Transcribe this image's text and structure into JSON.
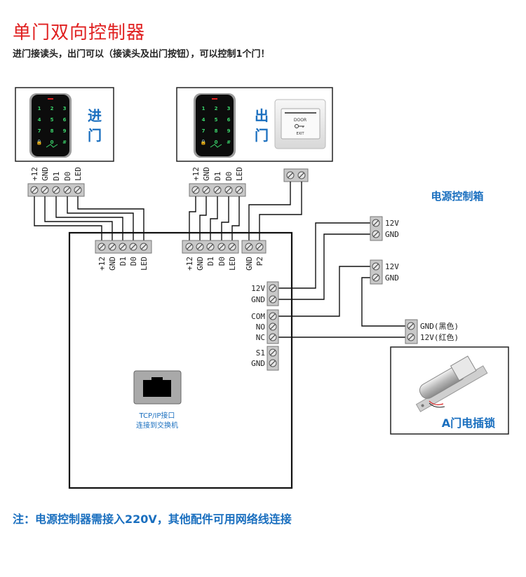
{
  "header": {
    "title": "单门双向控制器",
    "subtitle": "进门接读头，出门可以（接读头及出门按钮），可以控制1个门！"
  },
  "entry_reader": {
    "label_line1": "进",
    "label_line2": "门",
    "keys": [
      "1",
      "2",
      "3",
      "4",
      "5",
      "6",
      "7",
      "8",
      "9",
      "🔒",
      "0",
      "#"
    ],
    "pins": [
      "+12",
      "GND",
      "D1",
      "D0",
      "LED"
    ]
  },
  "exit_reader": {
    "label_line1": "出",
    "label_line2": "门",
    "keys": [
      "1",
      "2",
      "3",
      "4",
      "5",
      "6",
      "7",
      "8",
      "9",
      "🔒",
      "0",
      "#"
    ],
    "pins": [
      "+12",
      "GND",
      "D1",
      "D0",
      "LED"
    ],
    "exit_button": {
      "top": "DOOR",
      "bottom": "EXIT"
    }
  },
  "controller": {
    "reader1_pins": [
      "+12",
      "GND",
      "D1",
      "D0",
      "LED"
    ],
    "reader2_pins": [
      "+12",
      "GND",
      "D1",
      "D0",
      "LED"
    ],
    "button_pins": [
      "GND",
      "P2"
    ],
    "power_pins": [
      "12V",
      "GND"
    ],
    "relay_pins": [
      "COM",
      "NO",
      "NC"
    ],
    "sensor_pins": [
      "S1",
      "GND"
    ],
    "network": {
      "line1": "TCP/IP接口",
      "line2": "连接到交换机"
    }
  },
  "power_box": {
    "title": "电源控制箱",
    "output1": [
      "12V",
      "GND"
    ],
    "output2": [
      "12V",
      "GND"
    ]
  },
  "lock": {
    "pins": [
      "GND(黑色)",
      "12V(红色)"
    ],
    "label": "A门电插锁"
  },
  "footer": {
    "note": "注：电源控制器需接入220V，其他配件可用网络线连接"
  },
  "colors": {
    "title_red": "#e02020",
    "accent_blue": "#1a6fbf",
    "terminal_gray": "#c8c8c8",
    "key_green": "#3bd46b"
  }
}
